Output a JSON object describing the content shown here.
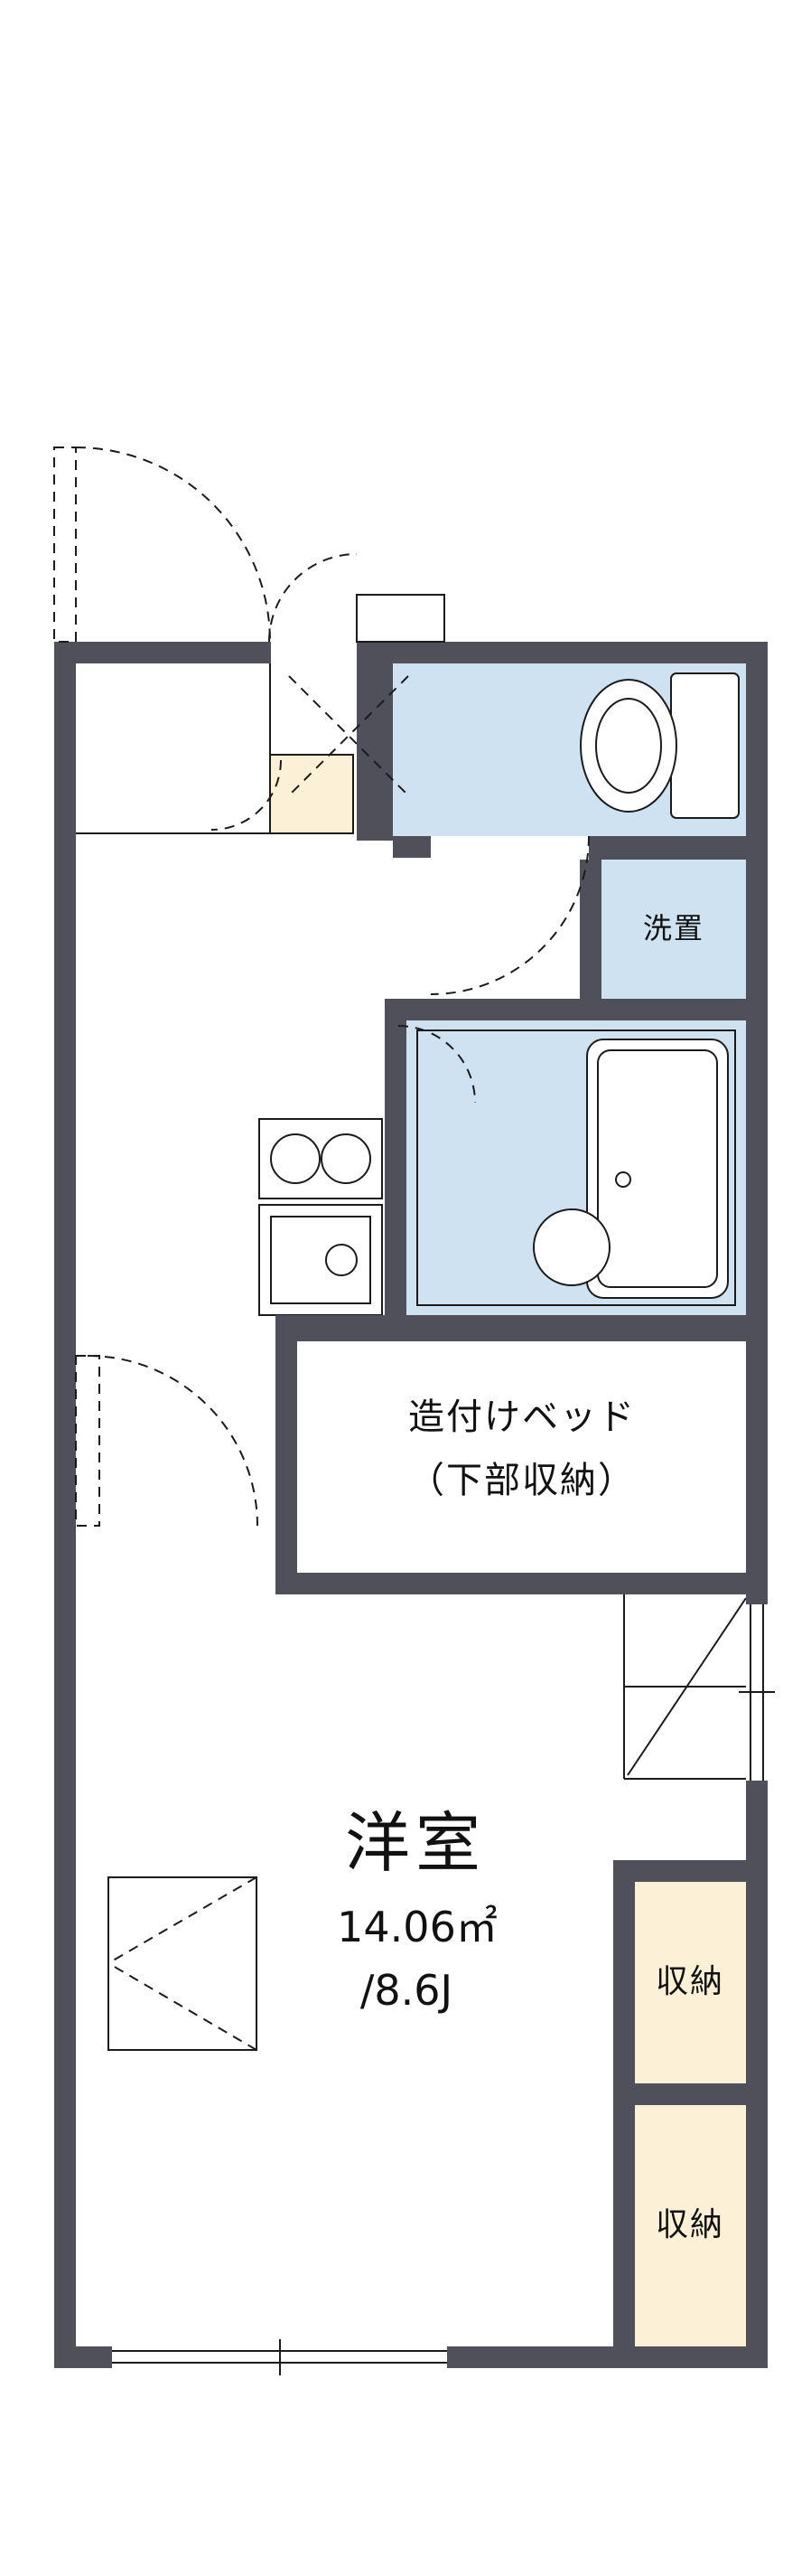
{
  "floorplan": {
    "type": "japanese-apartment-floor-plan",
    "labels": {
      "room_name": "洋室",
      "room_area": "14.06㎡",
      "room_tatami": "/8.6J",
      "bed_line1": "造付けベッド",
      "bed_line2": "（下部収納）",
      "washer": "洗置",
      "closet_top": "収納",
      "closet_bottom": "収納"
    },
    "rooms": [
      {
        "name": "洋室",
        "area_sqm": "14.06㎡",
        "area_tatami": "/8.6J"
      },
      {
        "name": "造付けベッド（下部収納）"
      },
      {
        "name": "洗置"
      },
      {
        "name": "収納",
        "count": 2
      },
      {
        "name": "トイレ"
      },
      {
        "name": "バスルーム"
      },
      {
        "name": "キッチン"
      }
    ],
    "icons": {
      "toilet": "toilet-icon",
      "bathtub": "bathtub-icon",
      "wash_bowl": "wash-bowl-icon",
      "stove_burners": "stove-burners-icon",
      "kitchen_sink": "kitchen-sink-icon",
      "door_swings": "door-swing-icon",
      "overhead_storage": "overhead-storage-x-icon",
      "bay_window": "bay-window-icon"
    },
    "colors": {
      "wall": "#50505a",
      "water_area": "#cfe2f1",
      "closet_fill": "#fcf1d7",
      "line": "#1b1b1b",
      "background": "#ffffff"
    }
  }
}
